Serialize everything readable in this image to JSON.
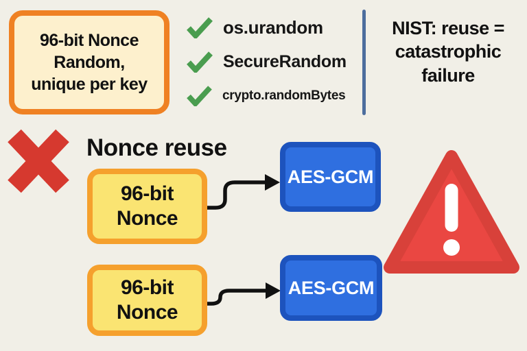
{
  "header": {
    "best_practice": {
      "text": "96-bit Nonce\nRandom,\nunique per key"
    },
    "checklist": [
      {
        "icon": "checkmark-icon",
        "label": "os.urandom"
      },
      {
        "icon": "checkmark-icon",
        "label": "SecureRandom"
      },
      {
        "icon": "checkmark-icon",
        "label": "crypto.randomBytes"
      }
    ],
    "nist_note": {
      "text": "NIST: reuse =\ncatastrophic\nfailure"
    }
  },
  "reuse": {
    "heading": "Nonce reuse",
    "nonce_boxes": [
      {
        "label": "96-bit\nNonce"
      },
      {
        "label": "96-bit\nNonce"
      }
    ],
    "aes_boxes": [
      {
        "label": "AES-GCM"
      },
      {
        "label": "AES-GCM"
      }
    ],
    "x_icon": "x-mark-icon",
    "warning_icon": "warning-triangle-icon"
  },
  "colors": {
    "background": "#f1efe7",
    "orange_border": "#ef8123",
    "cream_fill": "#fdf0cd",
    "yellow_fill": "#fae472",
    "yellow_border": "#f5a02d",
    "blue_fill": "#2f6fe0",
    "blue_border": "#1d53bd",
    "green_check": "#4a9d4f",
    "red_x": "#d6392f",
    "warning_fill": "#ea4742",
    "warning_border": "#d8413a",
    "divider_blue": "#4d6d9e",
    "arrow_black": "#111111"
  }
}
